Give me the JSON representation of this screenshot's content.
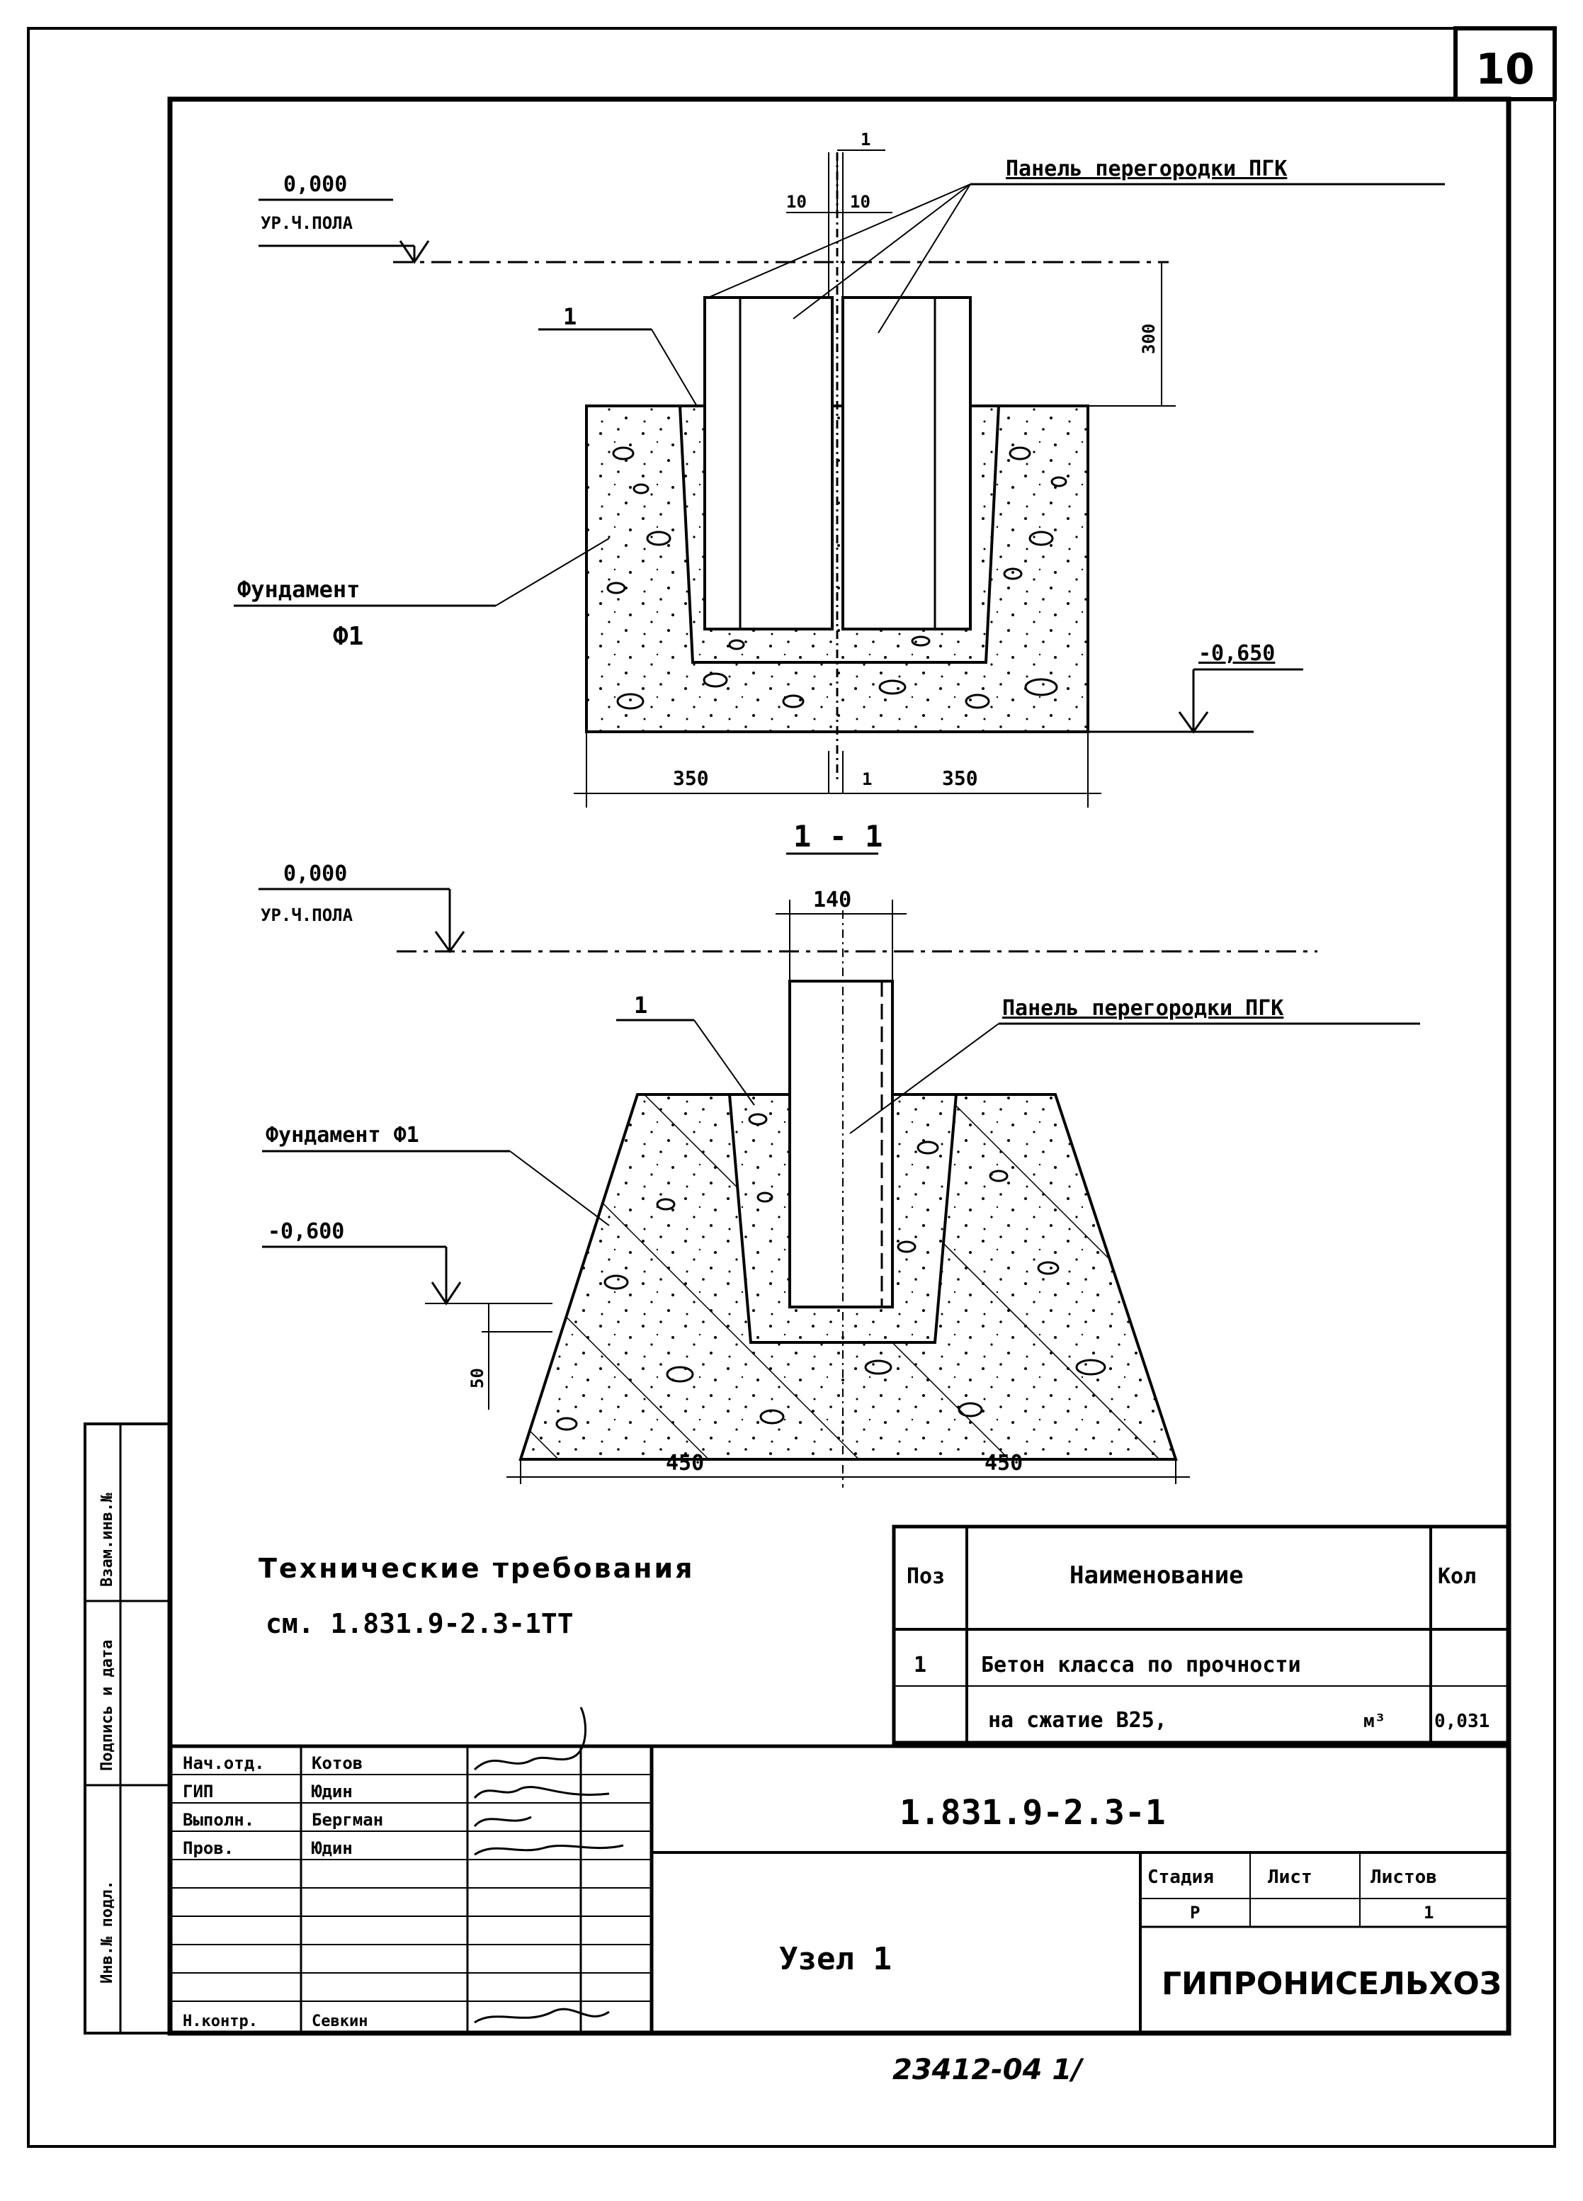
{
  "sheet": {
    "number": "10",
    "footer_code": "23412-04 1/"
  },
  "top_view": {
    "level_value": "0,000",
    "level_note": "УР.Ч.ПОЛА",
    "panel_label": "Панель перегородки ПГК",
    "foundation_label_1": "Фундамент",
    "foundation_label_2": "Ф1",
    "bottom_level": "-0,650",
    "callout_pos": "1",
    "dim_top_gap": "1",
    "dim_left_10": "10",
    "dim_right_10": "10",
    "dim_height_300": "300",
    "dim_left_350": "350",
    "dim_gap_1": "1",
    "dim_right_350": "350"
  },
  "section_view": {
    "title": "1 - 1",
    "level_value": "0,000",
    "level_note": "УР.Ч.ПОЛА",
    "dim_140": "140",
    "callout_pos": "1",
    "panel_label": "Панель перегородки ПГК",
    "foundation_label": "Фундамент Ф1",
    "level_minus": "-0,600",
    "dim_50": "50",
    "dim_left_450": "450",
    "dim_right_450": "450"
  },
  "requirements": {
    "title": "Технические требования",
    "ref": "см. 1.831.9-2.3-1ТТ"
  },
  "spec_table": {
    "headers": [
      "Поз",
      "Наименование",
      "Кол"
    ],
    "row_pos": "1",
    "row_name_1": "Бетон класса по прочности",
    "row_name_2": "на сжатие В25,",
    "row_unit": "м³",
    "row_qty": "0,031"
  },
  "title_block": {
    "signatures": [
      {
        "role": "Нач.отд.",
        "name": "Котов"
      },
      {
        "role": "ГИП",
        "name": "Юдин"
      },
      {
        "role": "Выполн.",
        "name": "Бергман"
      },
      {
        "role": "Пров.",
        "name": "Юдин"
      },
      {
        "role": "Н.контр.",
        "name": "Севкин"
      }
    ],
    "doc_code": "1.831.9-2.3-1",
    "sheet_name": "Узел 1",
    "stage_label": "Стадия",
    "sheet_label": "Лист",
    "sheets_label": "Листов",
    "stage_value": "Р",
    "sheets_value": "1",
    "org": "ГИПРОНИСЕЛЬХОЗ"
  },
  "side_stamp": {
    "inv_orig": "Инв.№ подл.",
    "sign_date": "Подпись и дата",
    "inv_sub": "Взам.инв.№"
  }
}
